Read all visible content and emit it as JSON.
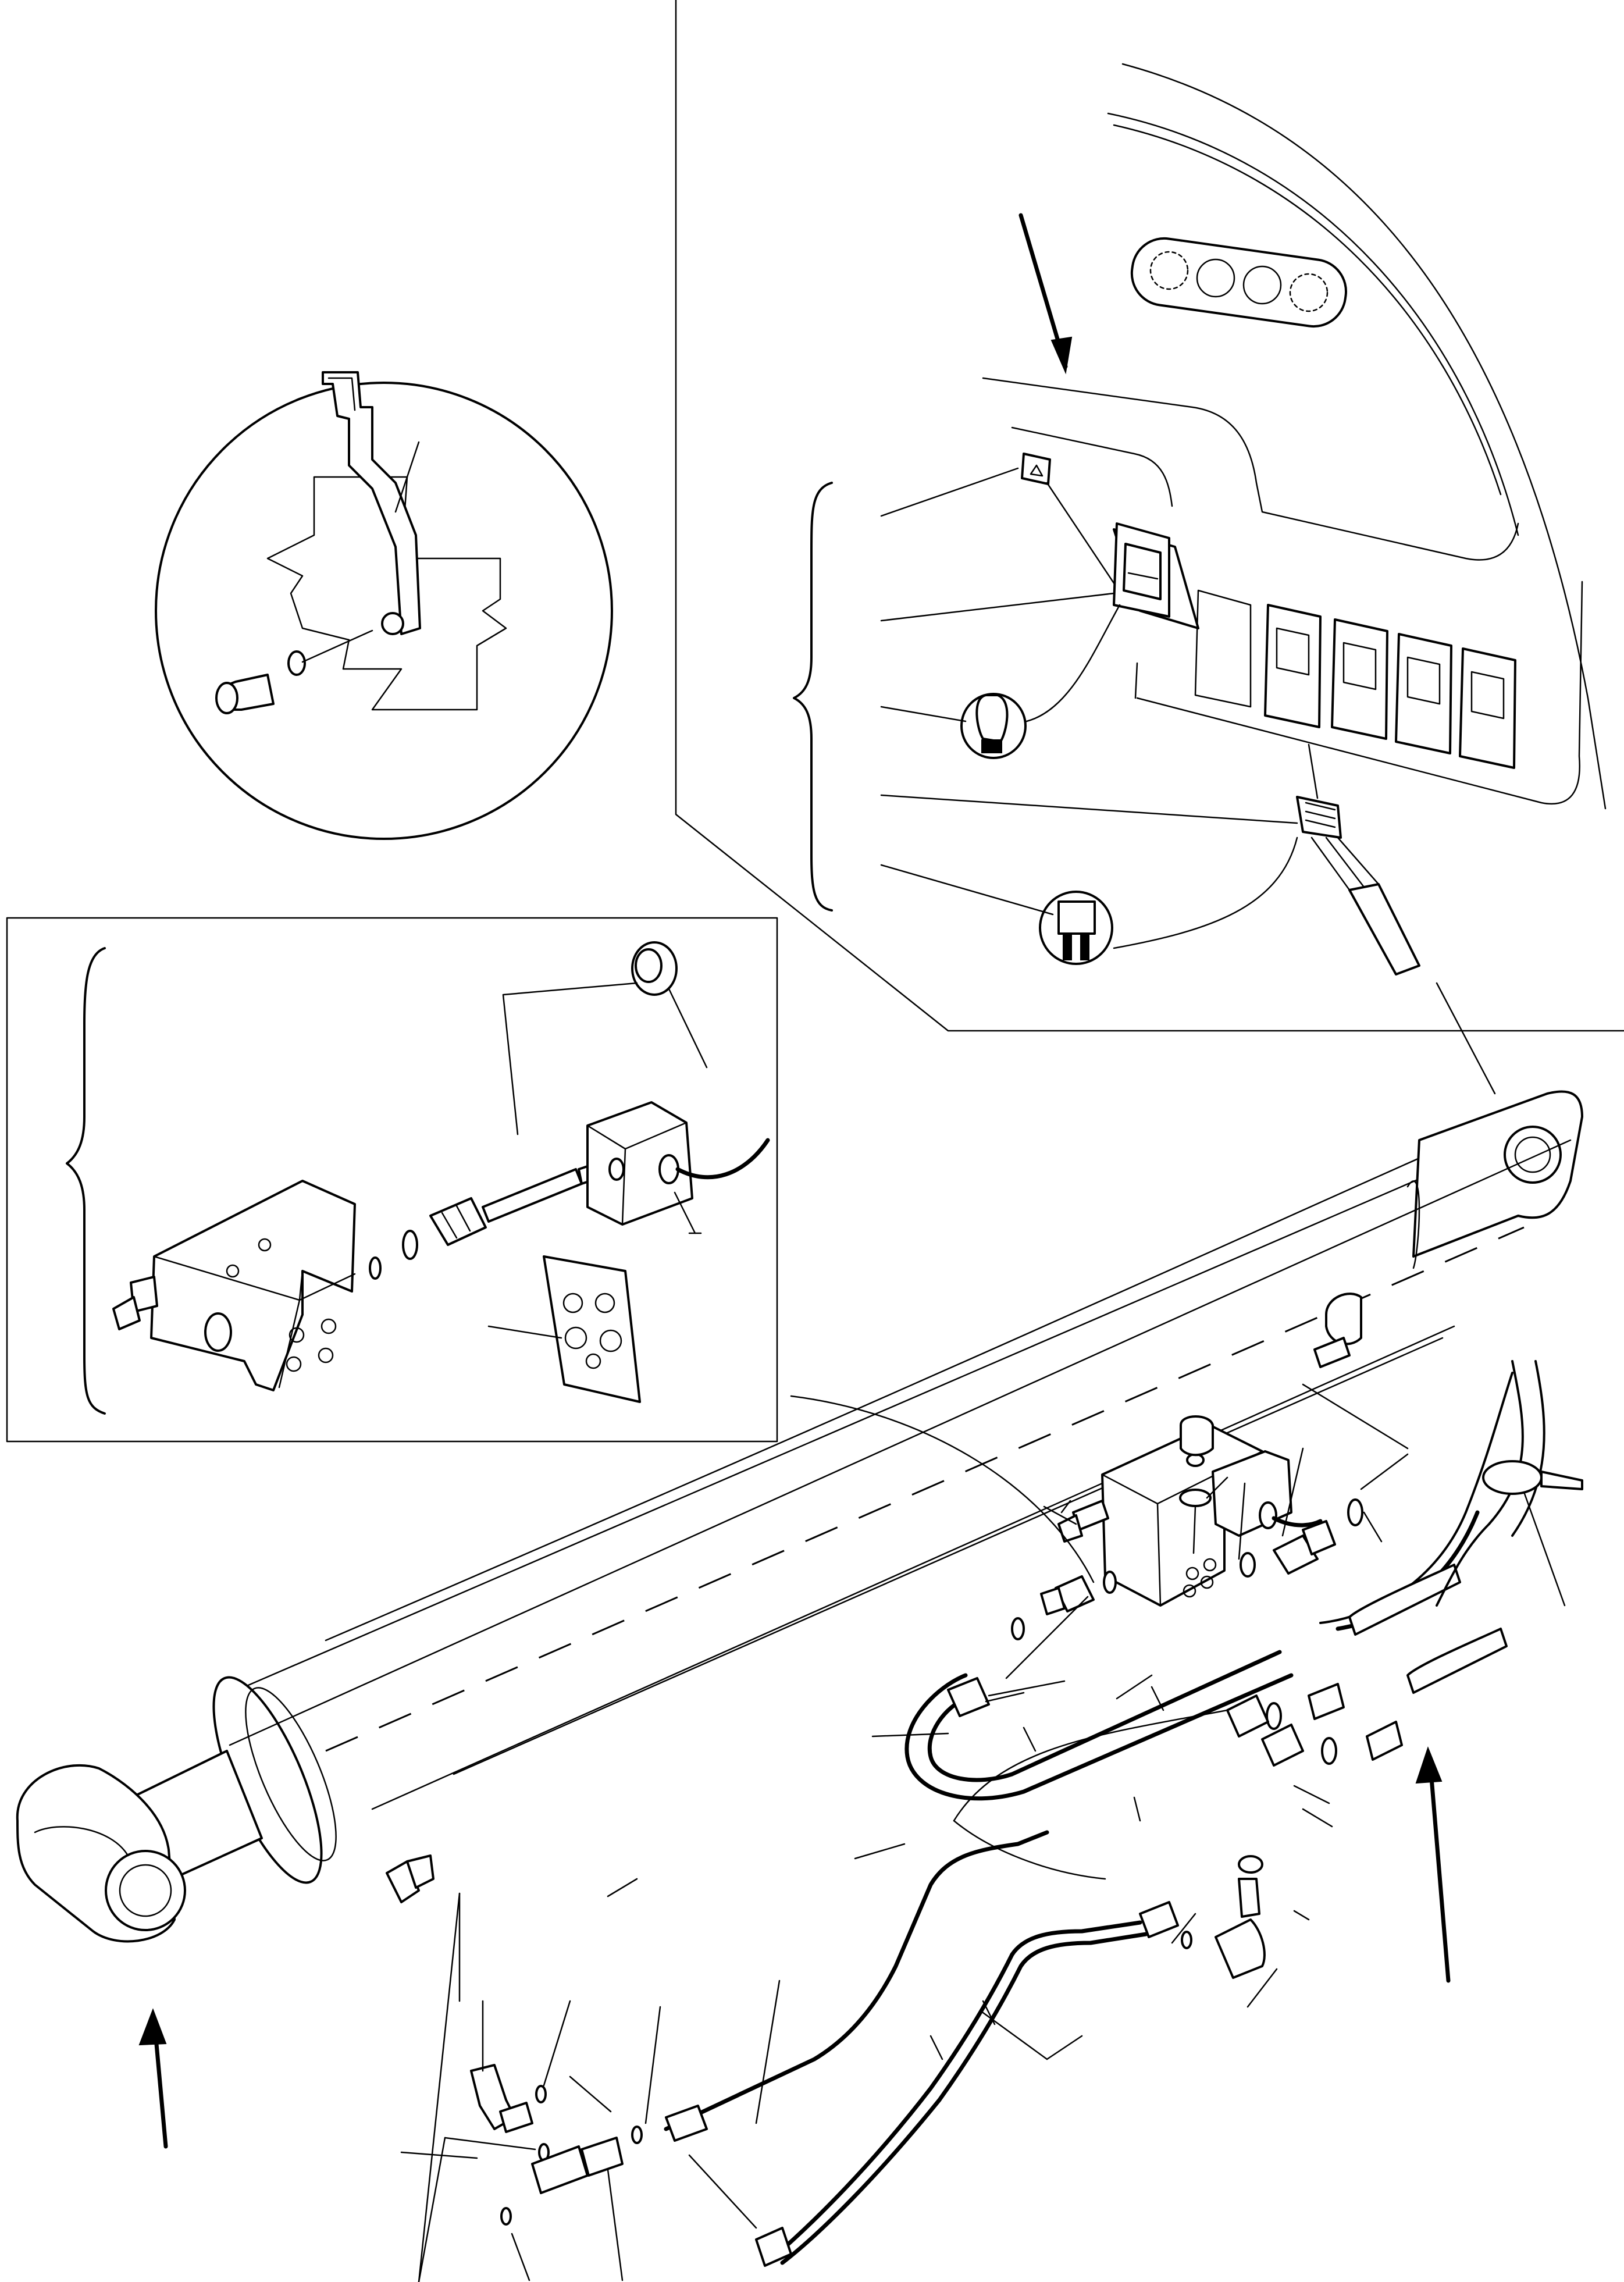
{
  "figure": {
    "panels": [
      {
        "id": "earth-strap-detail",
        "icon": "circle-detail-icon"
      },
      {
        "id": "switch-panel-detail",
        "icon": "switch-panel-icon"
      },
      {
        "id": "valve-block-detail",
        "icon": "valve-block-icon"
      },
      {
        "id": "lift-cylinder-assembly",
        "icon": "hydraulic-cylinder-icon"
      }
    ],
    "callout_leaders": 36,
    "view_arrows": 4
  }
}
